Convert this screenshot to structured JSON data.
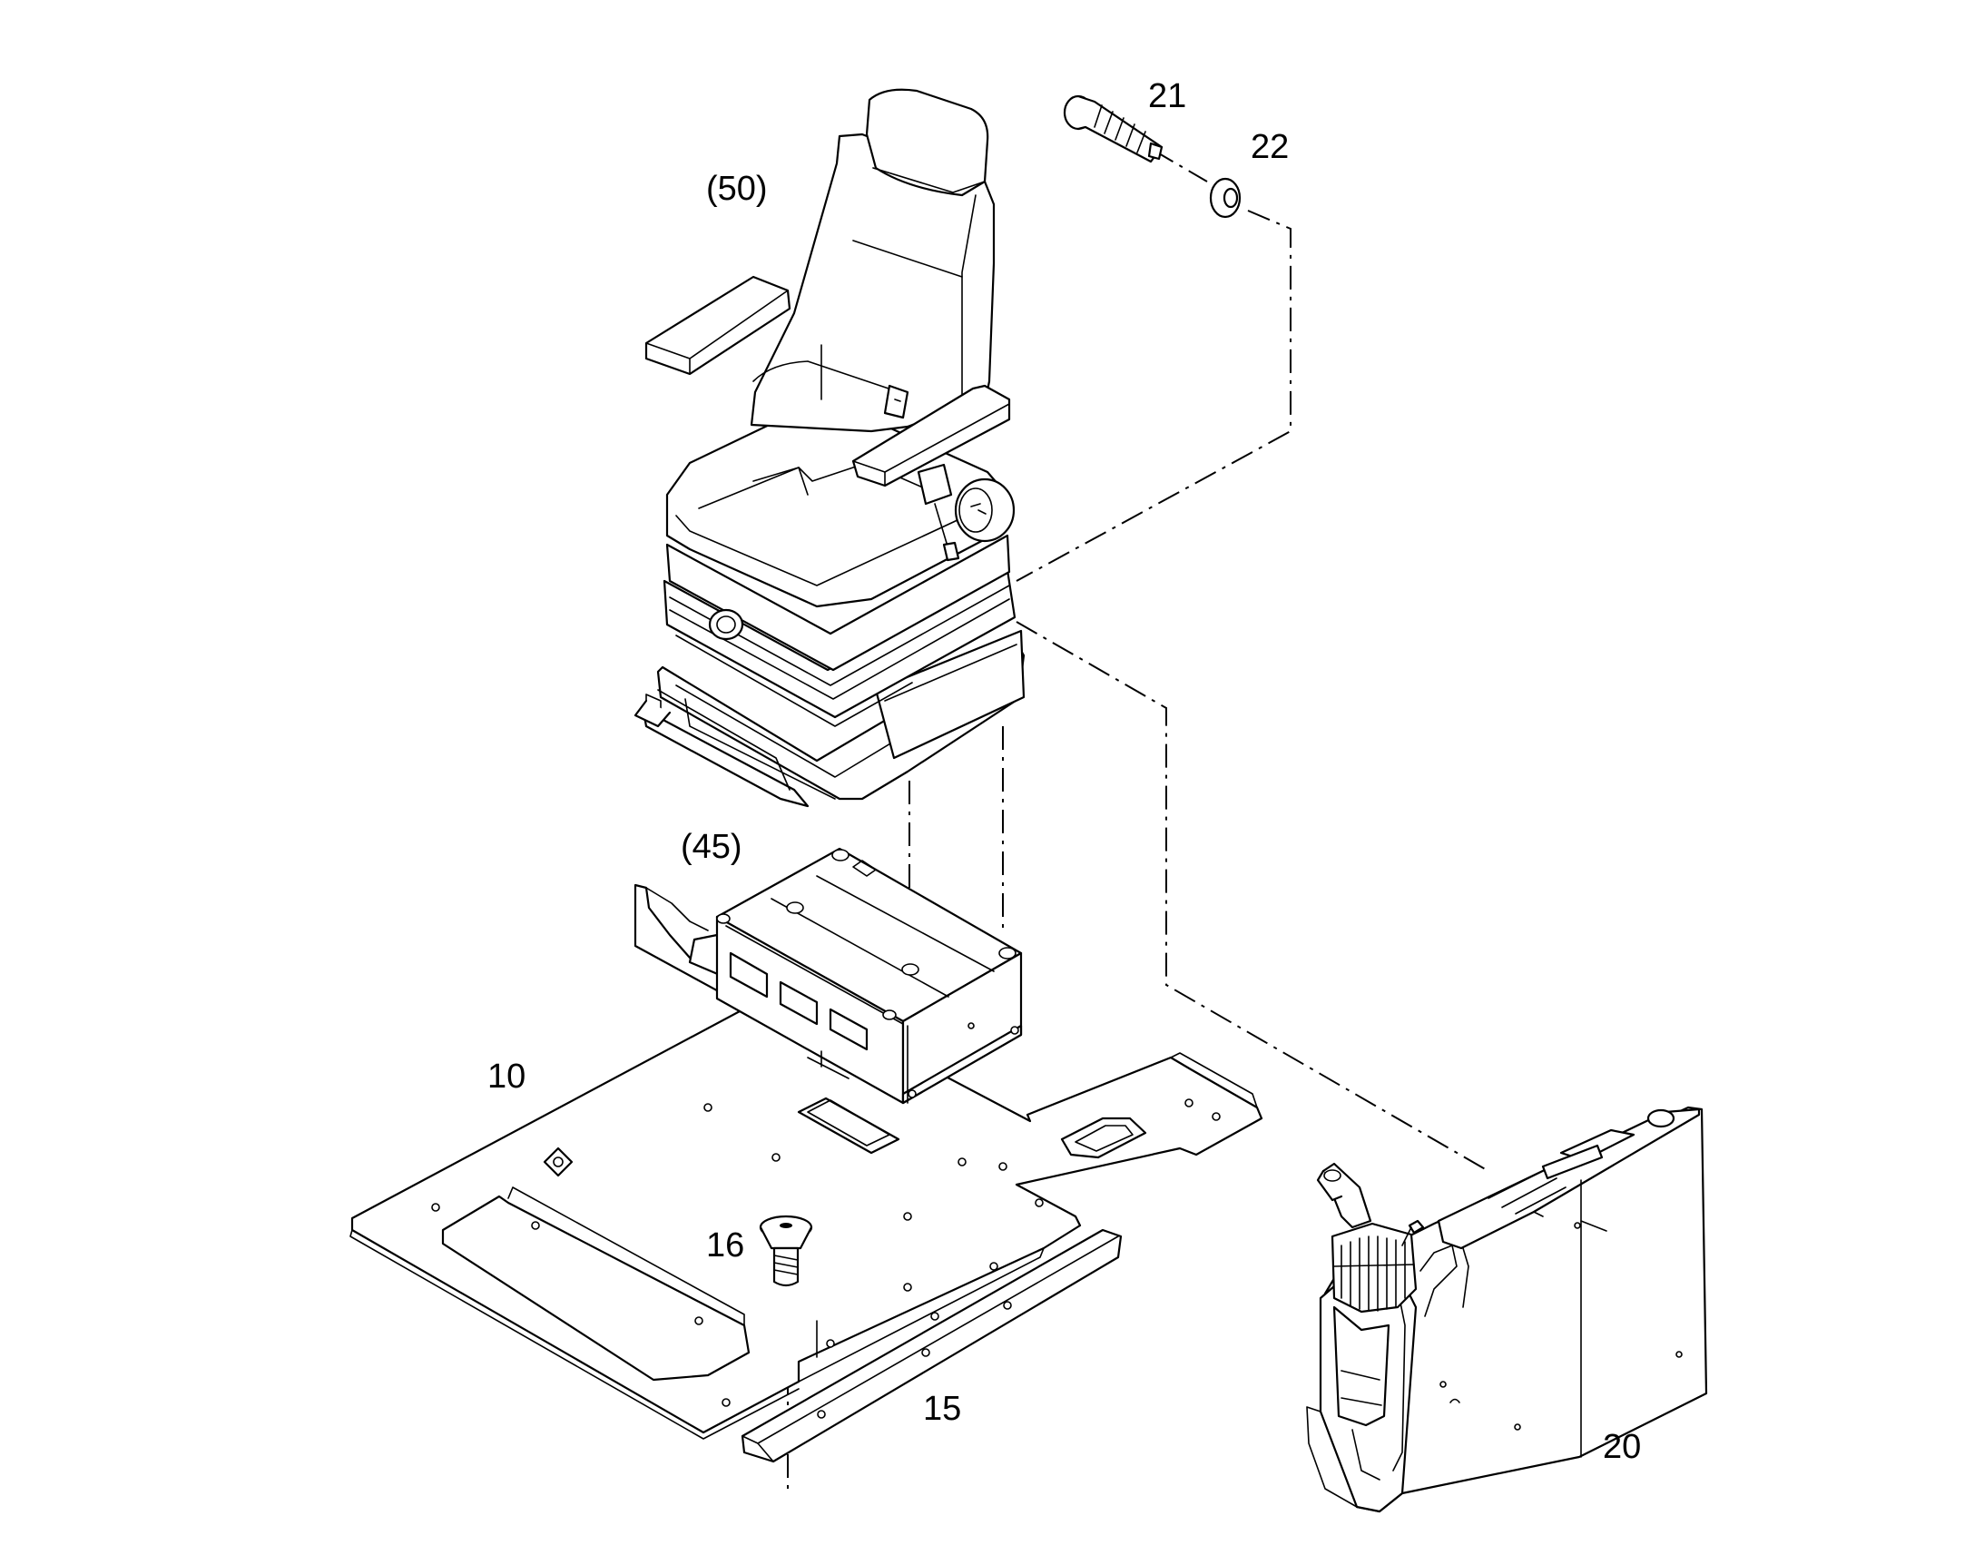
{
  "callouts": {
    "c50": "(50)",
    "c45": "(45)",
    "c21": "21",
    "c22": "22",
    "c10": "10",
    "c16": "16",
    "c15": "15",
    "c20": "20"
  },
  "colors": {
    "line": "#000000",
    "background": "#ffffff"
  }
}
